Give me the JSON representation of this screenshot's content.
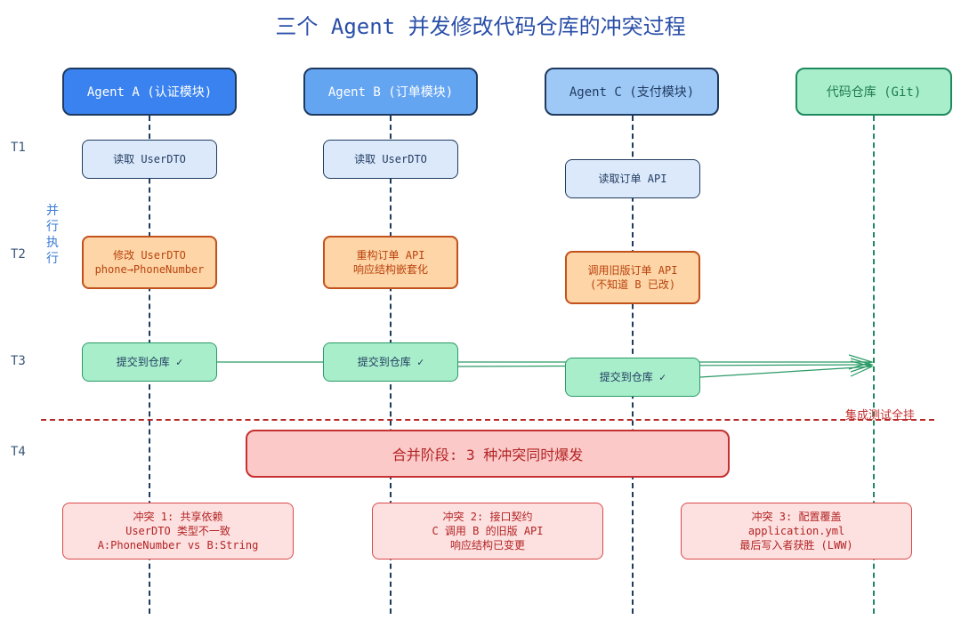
{
  "title": "三个 Agent 并发修改代码仓库的冲突过程",
  "colors": {
    "agent_a": "#3a82ef",
    "agent_b": "#64a5f2",
    "agent_c": "#9ec8f6",
    "git": "#a8eecb",
    "modify": "#fdd5a6",
    "commit": "#a8eecb",
    "conflict": "#fde0e0",
    "merge": "#fcc9c9",
    "divider": "#b52727"
  },
  "participants": [
    {
      "label": "Agent A (认证模块)"
    },
    {
      "label": "Agent B (订单模块)"
    },
    {
      "label": "Agent C (支付模块)"
    },
    {
      "label": "代码仓库 (Git)"
    }
  ],
  "time_labels": [
    "T1",
    "T2",
    "T3",
    "T4"
  ],
  "parallel_label": "并行执行",
  "parallel_chars": [
    "并",
    "行",
    "执",
    "行"
  ],
  "t1": {
    "a": "读取 UserDTO",
    "b": "读取 UserDTO",
    "c": "读取订单 API"
  },
  "t2": {
    "a": [
      "修改 UserDTO",
      "phone→PhoneNumber"
    ],
    "b": [
      "重构订单 API",
      "响应结构嵌套化"
    ],
    "c": [
      "调用旧版订单 API",
      "(不知道 B 已改)"
    ]
  },
  "t3": {
    "a": "提交到仓库 ✓",
    "b": "提交到仓库 ✓",
    "c": "提交到仓库 ✓"
  },
  "integration_fail": "集成测试全挂",
  "merge": "合并阶段: 3 种冲突同时爆发",
  "conflicts": [
    {
      "lines": [
        "冲突 1: 共享依赖",
        "UserDTO 类型不一致",
        "A:PhoneNumber vs B:String"
      ]
    },
    {
      "lines": [
        "冲突 2: 接口契约",
        "C 调用 B 的旧版 API",
        "响应结构已变更"
      ]
    },
    {
      "lines": [
        "冲突 3: 配置覆盖",
        "application.yml",
        "最后写入者获胜 (LWW)"
      ]
    }
  ]
}
